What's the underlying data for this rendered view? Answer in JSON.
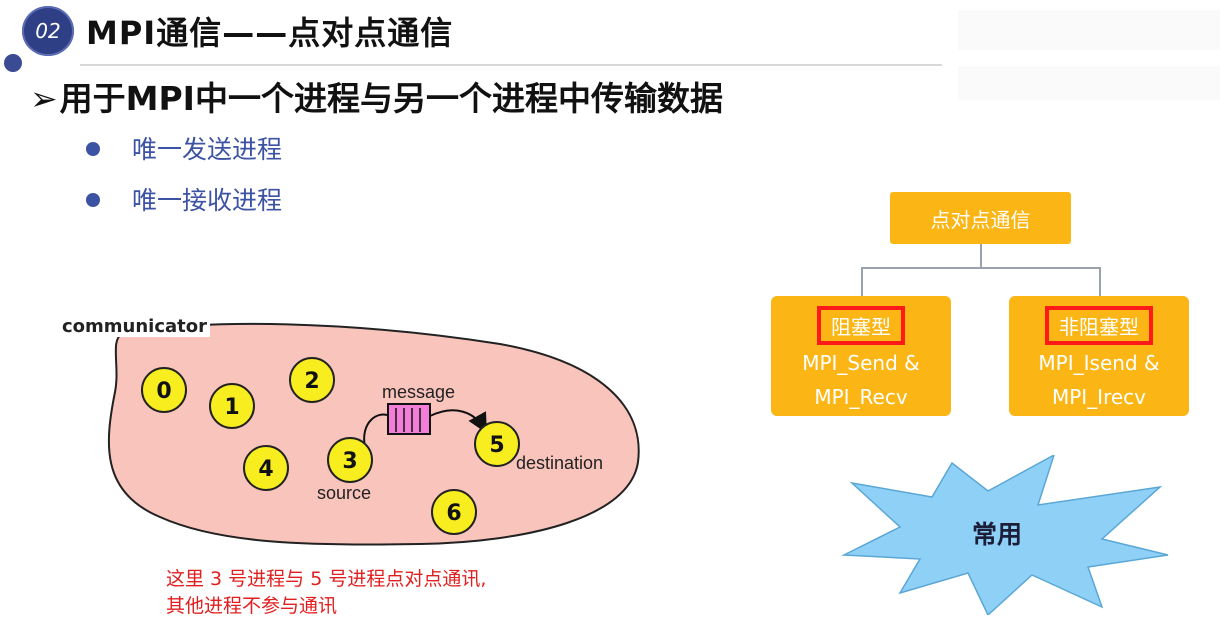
{
  "header": {
    "section_number": "02",
    "title": "MPI通信——点对点通信"
  },
  "subtitle": {
    "arrow": "➢",
    "text": "用于MPI中一个进程与另一个进程中传输数据"
  },
  "bullets": [
    {
      "text": "唯一发送进程"
    },
    {
      "text": "唯一接收进程"
    }
  ],
  "diagram": {
    "communicator_label": "communicator",
    "processes": [
      "0",
      "1",
      "2",
      "3",
      "4",
      "5",
      "6"
    ],
    "message_label": "message",
    "source_label": "source",
    "destination_label": "destination",
    "colors": {
      "region": "#f9c4bc",
      "process": "#f8ee1f",
      "message": "#f27ed8"
    }
  },
  "note": {
    "line1": "这里 3 号进程与 5 号进程点对点通讯,",
    "line2": "其他进程不参与通讯"
  },
  "hierarchy": {
    "root": "点对点通信",
    "left": {
      "type": "阻塞型",
      "api_line1": "MPI_Send &",
      "api_line2": "MPI_Recv"
    },
    "right": {
      "type": "非阻塞型",
      "api_line1": "MPI_Isend &",
      "api_line2": "MPI_Irecv"
    },
    "color": "#fbb616"
  },
  "burst": {
    "label": "常用",
    "color": "#8fd0f7"
  }
}
